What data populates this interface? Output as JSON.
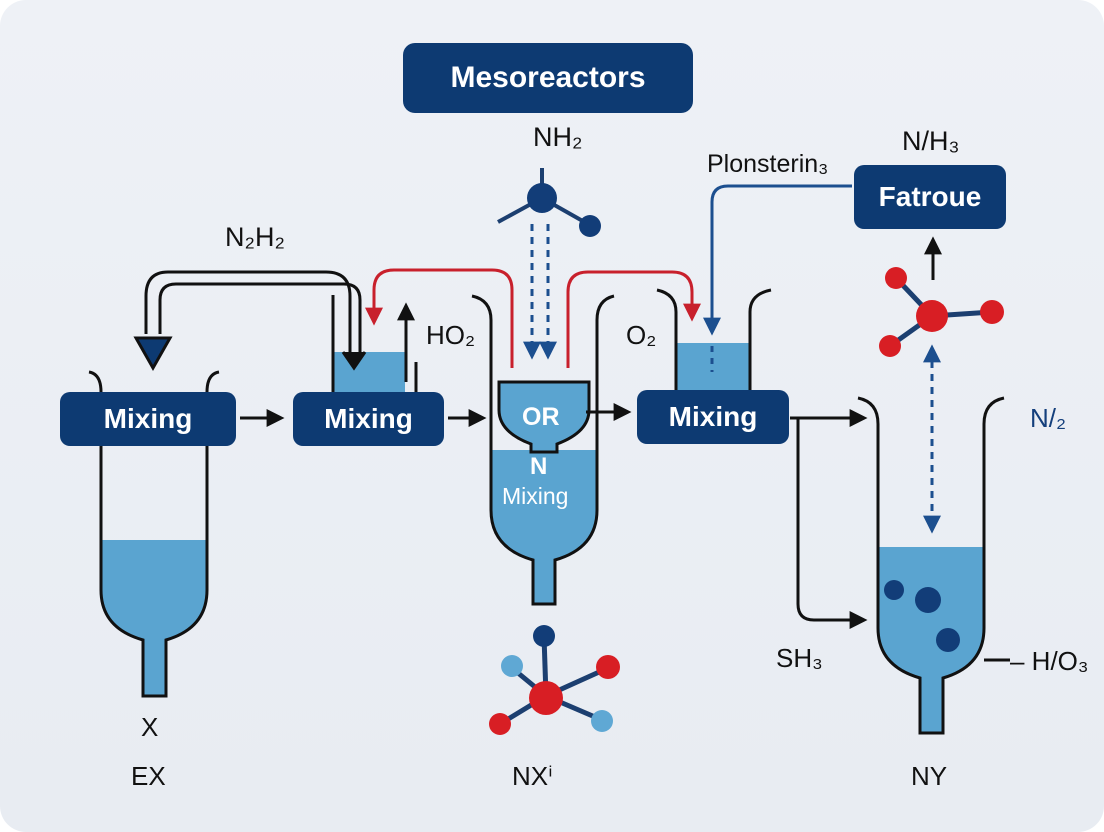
{
  "title": "Mesoreactors",
  "stages": {
    "mixing_1": "Mixing",
    "mixing_2": "Mixing",
    "mixing_3": "Mixing",
    "feature": "Fatroue"
  },
  "center_vessel": {
    "funnel_label": "OR",
    "liquid_label_1": "N",
    "liquid_label_2": "Mixing"
  },
  "labels": {
    "n2h2": "N₂H₂",
    "nh2": "NH₂",
    "ho2": "HO₂",
    "o2": "O₂",
    "plonsterin": "Plonsterin₃",
    "nh3": "N/H₃",
    "n2": "N/₂",
    "sh3": "SH₃",
    "ho3": "– H/O₃",
    "x": "X",
    "ex": "EX",
    "nx": "NXⁱ",
    "ny": "NY"
  },
  "colors": {
    "primary_navy": "#0d3a72",
    "liquid_blue": "#5aa4d0",
    "arrow_red": "#c8202c",
    "arrow_blue": "#1c4f8f",
    "atom_red": "#d81e24",
    "atom_navy": "#123d78",
    "atom_light_blue": "#5fa8d4"
  }
}
